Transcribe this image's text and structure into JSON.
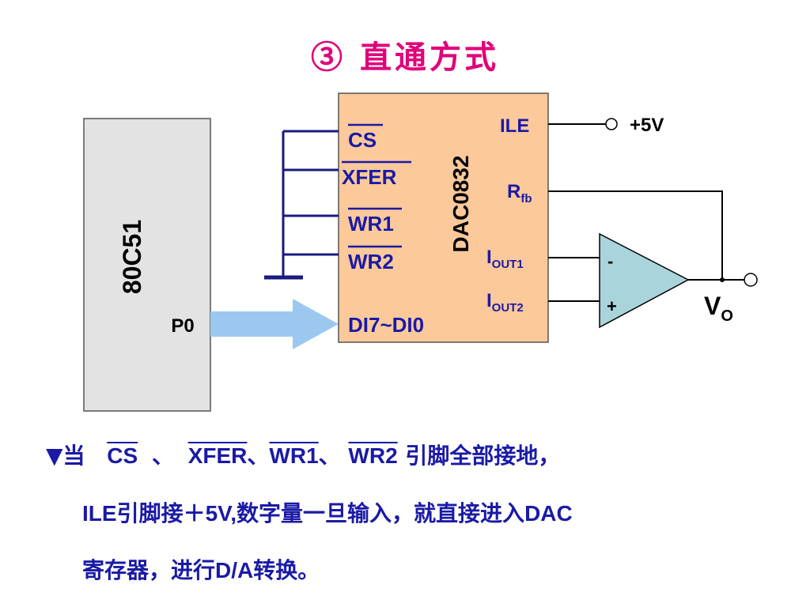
{
  "title": "③ 直通方式",
  "mcu": {
    "name": "80C51",
    "port": "P0"
  },
  "dac": {
    "name": "DAC0832",
    "pins_left": [
      "CS",
      "XFER",
      "WR1",
      "WR2",
      "DI7~DI0"
    ],
    "pin_ile": "ILE",
    "pin_rfb_main": "R",
    "pin_rfb_sub": "fb",
    "pin_iout1_main": "I",
    "pin_iout1_sub": "OUT1",
    "pin_iout2_main": "I",
    "pin_iout2_sub": "OUT2"
  },
  "supply": "+5V",
  "opamp": {
    "minus": "-",
    "plus": "+"
  },
  "output": {
    "main": "V",
    "sub": "O"
  },
  "colors": {
    "title": "#e0007a",
    "pin_text": "#1a1aa6",
    "dac_fill": "#fcc99a",
    "mcu_fill": "#e3e3e3",
    "wire": "#1a1a80",
    "opamp_fill": "#aad4dc",
    "arrow": "#9cc8f0"
  },
  "para1": {
    "lead": "▼当",
    "cs": "CS",
    "sep1": "、",
    "xfer": "XFER",
    "sep2": "、",
    "wr1": "WR1",
    "sep3": "、",
    "wr2": "WR2",
    "tail": "引脚全部接地，"
  },
  "para2": {
    "ile": "ILE",
    "t1": "引脚接＋",
    "v5": "5V",
    "comma": ",",
    "t2": "数字量一旦输入，就直接进入",
    "dac": "DAC"
  },
  "para3": {
    "t1": "寄存器，进行",
    "da": "D/A",
    "t2": "转换。"
  }
}
